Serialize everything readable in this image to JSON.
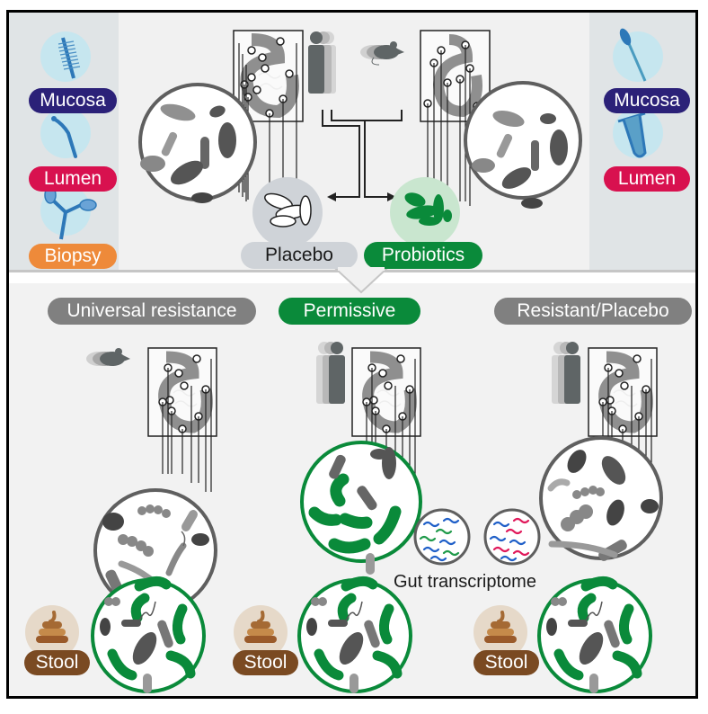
{
  "figure": {
    "top": {
      "left_sampling": [
        {
          "label": "Mucosa",
          "icon": "brush-icon",
          "color": "#2b2178"
        },
        {
          "label": "Lumen",
          "icon": "aspiration-catheter-icon",
          "color": "#d8114f"
        },
        {
          "label": "Biopsy",
          "icon": "biopsy-forceps-icon",
          "color": "#ee8a3a"
        }
      ],
      "right_sampling": [
        {
          "label": "Mucosa",
          "icon": "swab-icon",
          "color": "#2b2178"
        },
        {
          "label": "Lumen",
          "icon": "test-tube-icon",
          "color": "#d8114f"
        }
      ],
      "subjects": [
        "human-icon",
        "mouse-icon"
      ],
      "arms": [
        {
          "label": "Placebo",
          "color": "#cfd3d8",
          "text_color": "#1a1a1a"
        },
        {
          "label": "Probiotics",
          "color": "#0a8a3a",
          "text_color": "#ffffff"
        }
      ]
    },
    "bottom": {
      "groups": [
        {
          "label": "Universal resistance",
          "color": "#808080",
          "subject": "mouse-icon"
        },
        {
          "label": "Permissive",
          "color": "#0a8a3a",
          "subject": "human-icon"
        },
        {
          "label": "Resistant/Placebo",
          "color": "#808080",
          "subject": "human-icon"
        }
      ],
      "transcriptome_label": "Gut transcriptome",
      "stool_label": "Stool",
      "stool_color": "#7a4a22"
    },
    "colors": {
      "probiotic_green": "#0a8a3a",
      "gray_ring": "#5f5f5f",
      "rna_blue": "#1f5fc8",
      "rna_green": "#1f9a4a",
      "rna_red": "#e0185a"
    }
  }
}
